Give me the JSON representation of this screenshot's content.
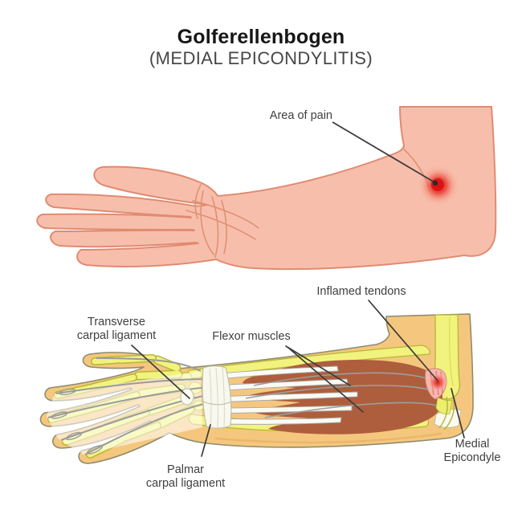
{
  "title": {
    "main": "Golferellenbogen",
    "subtitle": "(MEDIAL EPICONDYLITIS)"
  },
  "labels": {
    "area_of_pain": "Area of pain",
    "inflamed_tendons": "Inflamed tendons",
    "transverse_line1": "Transverse",
    "transverse_line2": "carpal ligament",
    "flexor_muscles": "Flexor muscles",
    "palmar_line1": "Palmar",
    "palmar_line2": "carpal ligament",
    "medial_line1": "Medial",
    "medial_line2": "Epicondyle"
  },
  "colors": {
    "skin_top": "#F7BFAB",
    "skin_top_outline": "#E08B72",
    "skin_bottom": "#F5C77E",
    "skin_bottom_outline": "#8F8C6E",
    "bone_yellow": "#F2F37E",
    "bone_outline": "#B5B735",
    "muscle_brown": "#AE5E3D",
    "tendon_gray": "#9A9A9A",
    "ligament_white": "#F8F8EE",
    "pain_red": "#E01A1A",
    "pointer_line": "#3C3C3C",
    "title_text": "#161616",
    "subtitle_text": "#474747",
    "label_text": "#3F3F3F"
  }
}
